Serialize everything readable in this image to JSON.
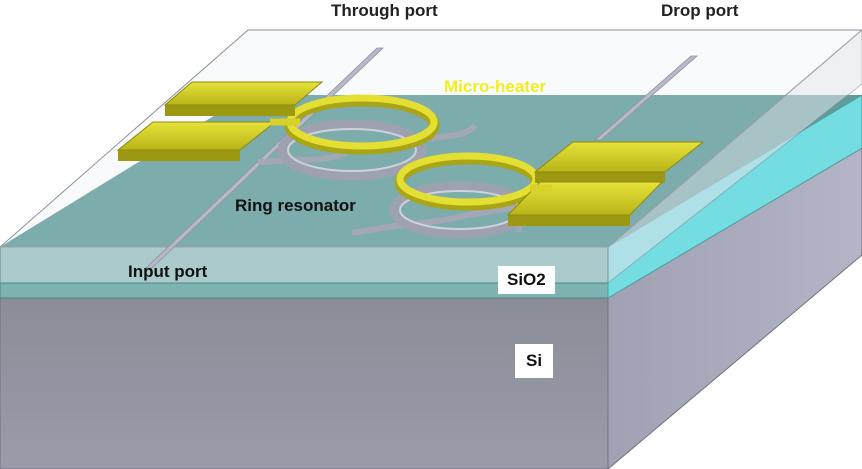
{
  "labels": {
    "through_port": "Through port",
    "drop_port": "Drop port",
    "micro_heater": "Micro-heater",
    "ring_resonator": "Ring resonator",
    "input_port": "Input port",
    "sio2": "SiO2",
    "si": "Si"
  },
  "colors": {
    "si_front": "#8d8f99",
    "si_side": "#a6a8b8",
    "oxide_top": "#5e9a98",
    "oxide_front": "#7cb2b0",
    "oxide_side": "#78e0e4",
    "cladding": "#d9dce3",
    "waveguide": "#b6b8c6",
    "heater_gold": "#d8d42a",
    "heater_label": "#f2ee1e"
  }
}
